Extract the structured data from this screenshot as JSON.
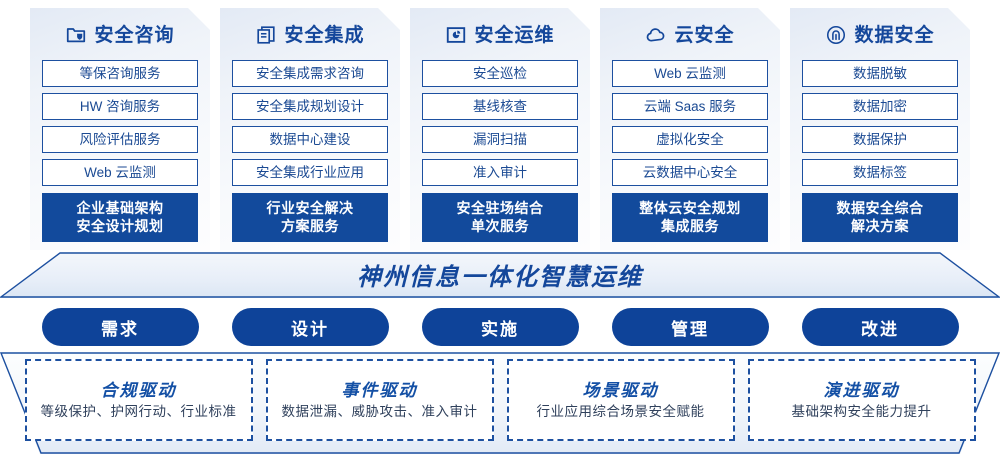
{
  "pillars": [
    {
      "icon": "folder-shield-icon",
      "title": "安全咨询",
      "items": [
        "等保咨询服务",
        "HW 咨询服务",
        "风险评估服务",
        "Web 云监测"
      ],
      "summary": [
        "企业基础架构",
        "安全设计规划"
      ]
    },
    {
      "icon": "documents-stack-icon",
      "title": "安全集成",
      "items": [
        "安全集成需求咨询",
        "安全集成规划设计",
        "数据中心建设",
        "安全集成行业应用"
      ],
      "summary": [
        "行业安全解决",
        "方案服务"
      ]
    },
    {
      "icon": "monitor-chart-icon",
      "title": "安全运维",
      "items": [
        "安全巡检",
        "基线核查",
        "漏洞扫描",
        "准入审计"
      ],
      "summary": [
        "安全驻场结合",
        "单次服务"
      ]
    },
    {
      "icon": "cloud-icon",
      "title": "云安全",
      "items": [
        "Web 云监测",
        "云端 Saas 服务",
        "虚拟化安全",
        "云数据中心安全"
      ],
      "summary": [
        "整体云安全规划",
        "集成服务"
      ]
    },
    {
      "icon": "fingerprint-icon",
      "title": "数据安全",
      "items": [
        "数据脱敏",
        "数据加密",
        "数据保护",
        "数据标签"
      ],
      "summary": [
        "数据安全综合",
        "解决方案"
      ]
    }
  ],
  "banner": {
    "title": "神州信息一体化智慧运维"
  },
  "phases": [
    {
      "label": "需求"
    },
    {
      "label": "设计"
    },
    {
      "label": "实施"
    },
    {
      "label": "管理"
    },
    {
      "label": "改进"
    }
  ],
  "drivers": [
    {
      "title": "合规驱动",
      "desc": "等级保护、护网行动、行业标准"
    },
    {
      "title": "事件驱动",
      "desc": "数据泄漏、威胁攻击、准入审计"
    },
    {
      "title": "场景驱动",
      "desc": "行业应用综合场景安全赋能"
    },
    {
      "title": "演进驱动",
      "desc": "基础架构安全能力提升"
    }
  ],
  "colors": {
    "brand_blue": "#14479b",
    "deep_blue": "#124a9c",
    "pill_blue": "#0e4399",
    "border_blue": "#1d50a0",
    "body_text": "#30415c"
  }
}
